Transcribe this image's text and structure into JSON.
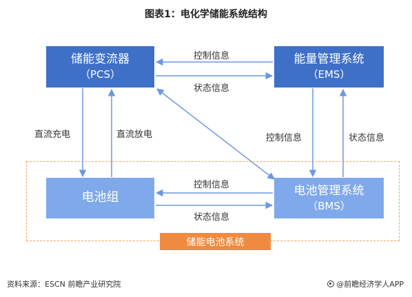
{
  "title": "图表1：电化学储能系统结构",
  "nodes": {
    "pcs": {
      "name": "储能变流器",
      "abbr": "（PCS）"
    },
    "ems": {
      "name": "能量管理系统",
      "abbr": "（EMS）"
    },
    "battery": {
      "name": "电池组"
    },
    "bms": {
      "name": "电池管理系统",
      "abbr": "（BMS）"
    }
  },
  "edges": {
    "ems_to_pcs": "控制信息",
    "pcs_to_ems": "状态信息",
    "pcs_to_battery": "直流充电",
    "battery_to_pcs": "直流放电",
    "ems_to_bms": "控制信息",
    "bms_to_ems": "状态信息",
    "bms_to_battery": "控制信息",
    "battery_to_bms": "状态信息"
  },
  "system_label": "储能电池系统",
  "source": "资料来源：ESCN 前瞻产业研究院",
  "brand": "@前瞻经济学人APP",
  "colors": {
    "dark_box": "#3e70c8",
    "light_box": "#7fa9ea",
    "arrow": "#6a98e0",
    "accent_orange": "#f08a3e"
  }
}
